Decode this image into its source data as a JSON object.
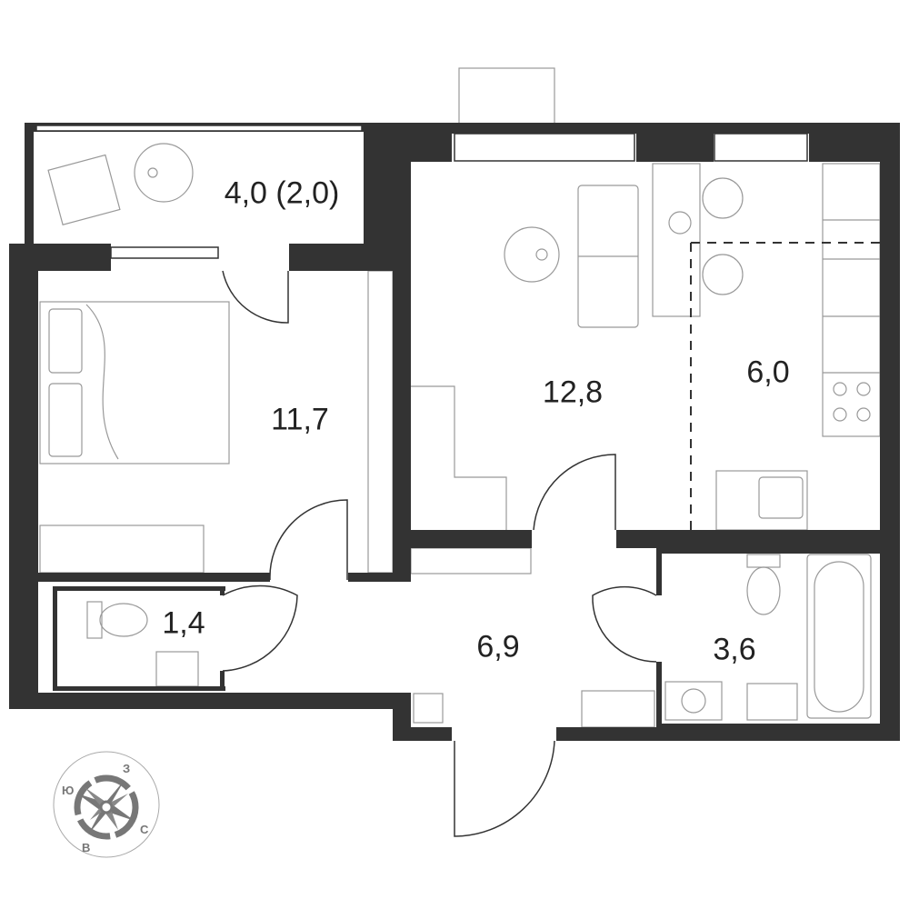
{
  "rooms": [
    {
      "name": "balcony",
      "area": "4,0 (2,0)"
    },
    {
      "name": "bedroom",
      "area": "11,7"
    },
    {
      "name": "living-room",
      "area": "12,8"
    },
    {
      "name": "kitchen",
      "area": "6,0"
    },
    {
      "name": "toilet",
      "area": "1,4"
    },
    {
      "name": "hallway",
      "area": "6,9"
    },
    {
      "name": "bathroom",
      "area": "3,6"
    }
  ],
  "compass": {
    "north": "С",
    "south": "Ю",
    "east": "В",
    "west": "З"
  },
  "colors": {
    "wall": "#333333",
    "line": "#999999",
    "compass": "#777777"
  }
}
